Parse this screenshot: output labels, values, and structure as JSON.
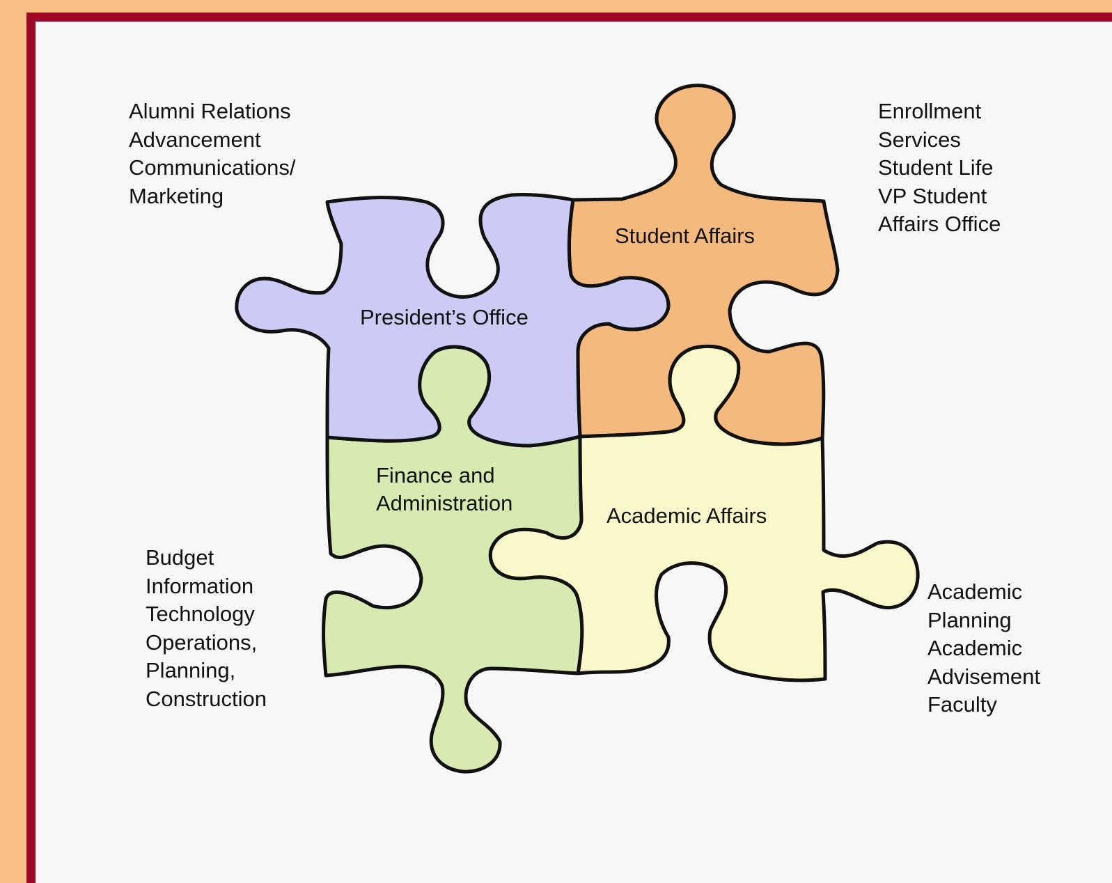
{
  "pieces": {
    "presidents_office": {
      "label": "President’s Office",
      "color": "#cbcbf5",
      "units": [
        "Alumni Relations",
        "Advancement",
        "Communications/",
        "Marketing"
      ]
    },
    "student_affairs": {
      "label": "Student Affairs",
      "color": "#f6b97d",
      "units": [
        "Enrollment",
        "Services",
        "Student Life",
        "VP Student",
        "Affairs Office"
      ]
    },
    "finance_administration": {
      "label_lines": [
        "Finance and",
        "Administration"
      ],
      "color": "#d7eab1",
      "units": [
        "Budget",
        "Information",
        "Technology",
        "Operations,",
        "Planning,",
        "Construction"
      ]
    },
    "academic_affairs": {
      "label": "Academic Affairs",
      "color": "#faf7ca",
      "units": [
        "Academic",
        "Planning",
        "Academic",
        "Advisement",
        "Faculty"
      ]
    }
  },
  "colors": {
    "background": "#f7be85",
    "frame_border": "#a0082a",
    "slide": "#f7f7f7",
    "outline": "#111111"
  }
}
